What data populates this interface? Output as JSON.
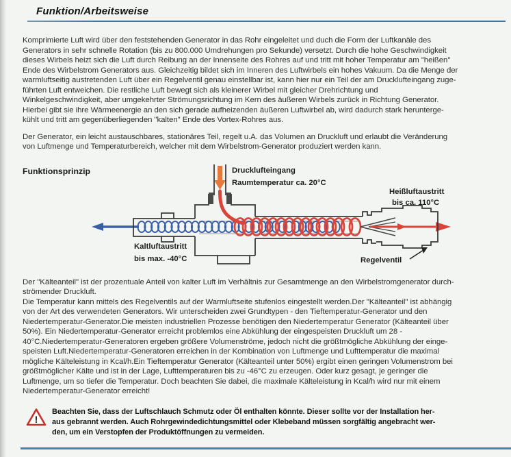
{
  "page": {
    "title": "Funktion/Arbeitsweise"
  },
  "content": {
    "p1": {
      "lines": [
        "Komprimierte Luft wird über den feststehenden Generator in das Rohr eingeleitet und duch die Form der Luftkanäle des",
        "Generators in sehr schnelle Rotation (bis zu 800.000 Umdrehungen pro Sekunde) versetzt. Durch die hohe Geschwindigkeit",
        "dieses Wirbels heizt sich die Luft durch Reibung an der Innenseite des Rohres auf und tritt mit hoher Temperatur am \"heißen\"",
        "Ende des Wirbelstrom Generators aus. Gleichzeitig bildet sich im Inneren des Luftwirbels ein hohes Vakuum. Da die Menge der",
        "warmluftseitig austretenden Luft über ein Regelventil genau einstellbar ist, kann hier nur ein Teil der am Drucklufteingang zuge-",
        "führten Luft entweichen. Die restliche Luft bewegt sich als kleinerer Wirbel mit gleicher Drehrichtung und",
        "Winkelgeschwindigkeit, aber umgekehrter Strömungsrichtung im Kern des äußeren Wirbels zurück in Richtung Generator.",
        "Hierbei gibt sie ihre Wärmeenergie an den sich gerade aufheizenden äußeren Luftwirbel ab, wird dadurch stark herunterge-",
        "kühlt und tritt am gegenüberliegenden \"kalten\" Ende des Vortex-Rohres aus."
      ]
    },
    "p2": {
      "lines": [
        "Der Generator, ein leicht austauschbares, stationäres Teil, regelt u.A. das Volumen an Druckluft und erlaubt die Veränderung",
        "von Luftmenge und Temperaturbereich, welcher mit dem Wirbelstrom-Generator produziert werden kann."
      ]
    },
    "p3": {
      "lines": [
        "Der \"Kälteanteil\" ist der prozentuale Anteil von kalter Luft im Verhältnis zur Gesamtmenge an den Wirbelstromgenerator durch-",
        "strömender Druckluft.",
        "Die Temperatur kann mittels des Regelventils auf der Warmluftseite stufenlos eingestellt werden.Der \"Kälteanteil\" ist abhängig",
        "von der Art des verwendeten Generators. Wir unterscheiden zwei Grundtypen - den Tieftemperatur-Generator und den",
        "Niedertemperatur-Generator.Die meisten industriellen Prozesse benötigen den Niedertemperatur Generator (Kälteanteil über",
        "50%). Ein Niedertemperatur-Generator erreicht problemlos eine Abkühlung der eingespeisten Druckluft um 28 -",
        "40°C.Niedertemperatur-Generatoren ergeben größere Volumenströme, jedoch nicht die größtmögliche Abkühlung der einge-",
        "speisten Luft.Niedertemperatur-Generatoren erreichen in der Kombination von Luftmenge und Lufttemperatur die maximal",
        "mögliche Kälteleistung in Kcal/h.Ein Tieftemperatur Generator (Kälteanteil unter 50%) ergibt einen geringen Volumenstrom bei",
        "größtmöglicher Kälte und ist in der Lage, Lufttemperaturen bis zu -46°C zu erzeugen. Oder kurz gesagt, je geringer die",
        "Luftmenge, um so tiefer die Temperatur. Doch beachten Sie dabei, die maximale Kälteleistung in Kcal/h wird nur mit einem",
        "Niedertemperatur-Generator erreicht!"
      ]
    }
  },
  "diagram": {
    "caption": "Funktionsprinzip",
    "labels": {
      "inlet_line1": "Drucklufteingang",
      "inlet_line2": "Raumtemperatur ca. 20°C",
      "hot_line1": "Heißluftaustritt",
      "hot_line2": "bis ca. 110°C",
      "cold_line1": "Kaltluftaustritt",
      "cold_line2": "bis max. -40°C",
      "valve": "Regelventil"
    },
    "colors": {
      "hot": "#d9453a",
      "cold": "#3b5fa5",
      "inlet": "#e8793c",
      "outline": "#3a3a3a"
    }
  },
  "warning": {
    "icon": "warning-triangle",
    "lines": [
      "Beachten Sie, dass der Luftschlauch Schmutz oder Öl enthalten könnte. Dieser sollte vor der Installation her-",
      "aus gebrannt werden. Auch Rohrgewindedichtungsmittel oder Klebeband müssen sorgfältig angebracht wer-",
      "den, um ein Verstopfen der Produktöffnungen zu vermeiden."
    ]
  },
  "colors": {
    "title_rule": "#3f76a2",
    "bottom_rule": "#3f7fc0",
    "background": "#f3f5f2"
  }
}
